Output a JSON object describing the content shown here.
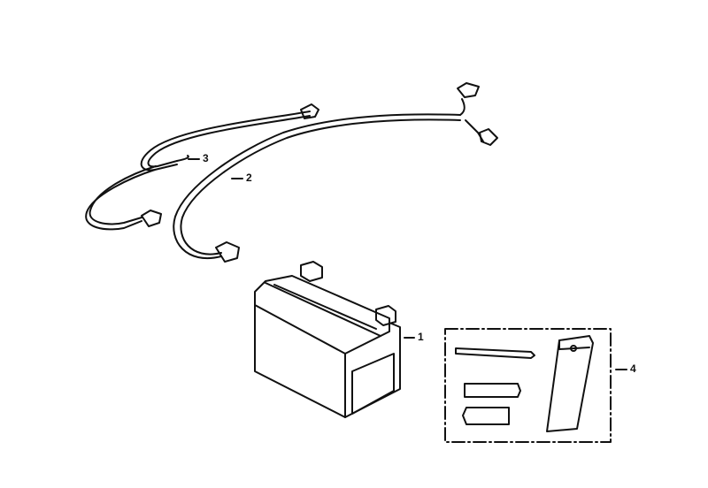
{
  "diagram": {
    "type": "exploded-parts-diagram",
    "callouts": [
      {
        "number": "1",
        "part": "battery"
      },
      {
        "number": "2",
        "part": "cable-2"
      },
      {
        "number": "3",
        "part": "cable-3"
      },
      {
        "number": "4",
        "part": "tool-kit"
      }
    ],
    "colors": {
      "line": "#111111",
      "background": "#ffffff"
    }
  }
}
